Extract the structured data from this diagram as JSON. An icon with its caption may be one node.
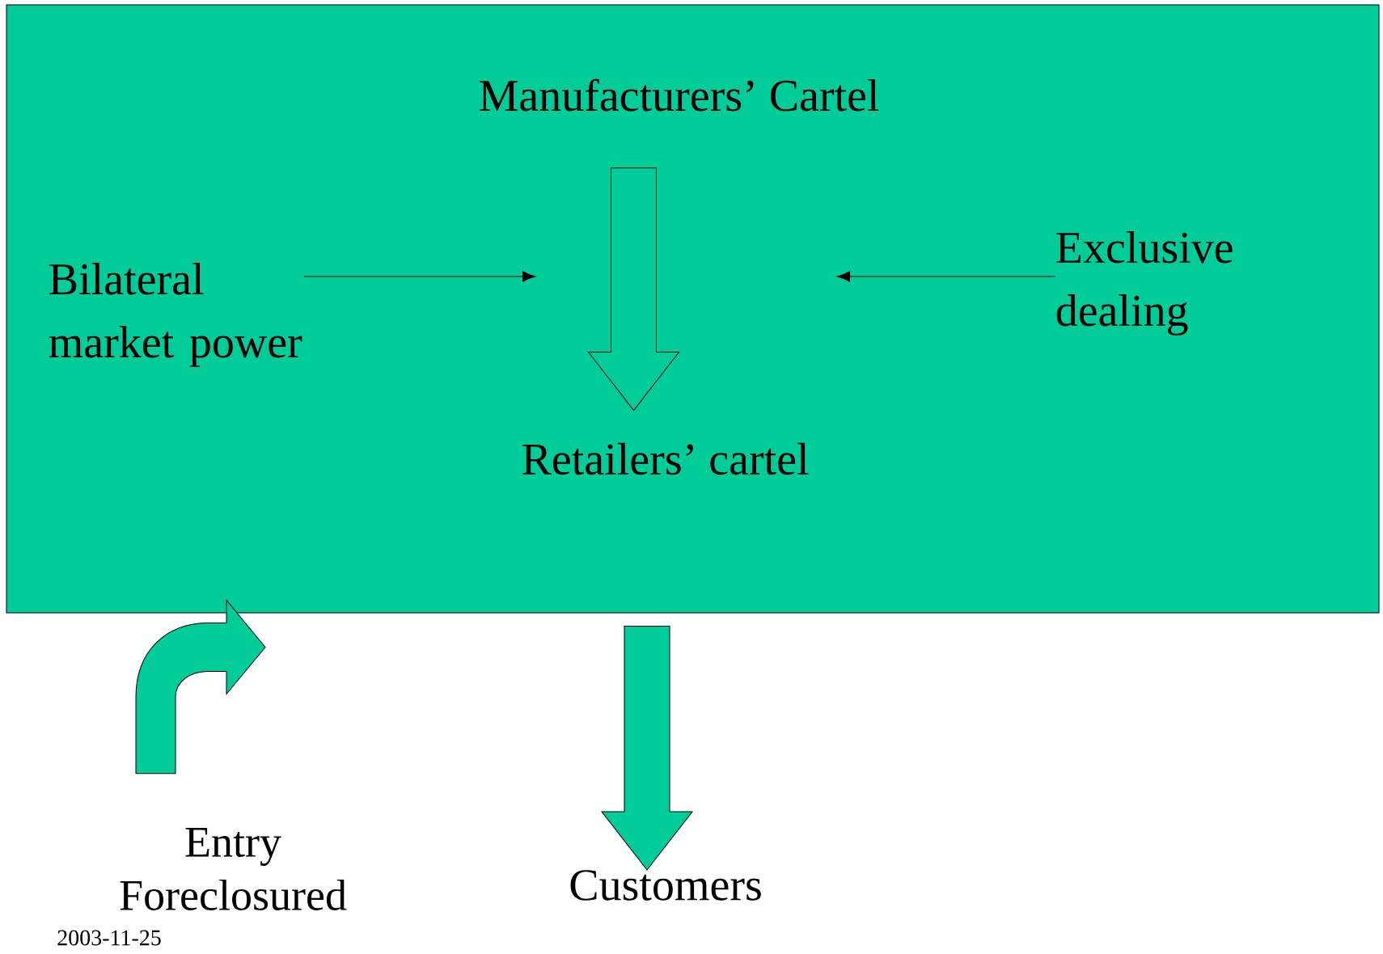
{
  "diagram": {
    "nodes": [
      {
        "text": [],
        "shape": "box"
      },
      {
        "text": [
          "Manufacturers’ Cartel"
        ],
        "in": 0
      },
      {
        "text": [
          "Bilateral market power"
        ],
        "in": 0
      },
      {
        "text": [
          "Exclusive dealing"
        ],
        "in": 0
      },
      {
        "text": [
          "Retailers’ cartel"
        ],
        "in": 0
      },
      {
        "text": [
          "Entry Foreclosured"
        ]
      },
      {
        "text": [
          "Customers"
        ]
      }
    ],
    "edges": [
      {
        "from": 1,
        "to": 4,
        "arrow": "to"
      },
      {
        "from": 2,
        "to": null,
        "arrow": "to"
      },
      {
        "from": 3,
        "to": null,
        "arrow": "to"
      },
      {
        "from": 0,
        "to": 6,
        "arrow": "to"
      },
      {
        "from": 5,
        "to": 0,
        "arrow": "to"
      }
    ],
    "labels": [
      "2003-11-25"
    ]
  }
}
